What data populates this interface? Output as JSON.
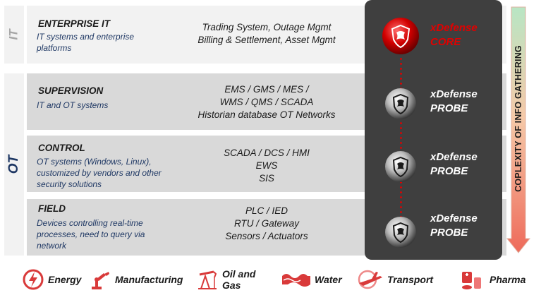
{
  "side": {
    "it": "IT",
    "ot": "OT"
  },
  "layers": [
    {
      "title": "ENTERPRISE IT",
      "desc": [
        "IT systems and enterprise",
        "platforms"
      ],
      "systems": [
        "Trading System, Outage Mgmt",
        "Billing & Settlement, Asset Mgmt"
      ]
    },
    {
      "title": "SUPERVISION",
      "desc": [
        "IT and OT systems"
      ],
      "systems": [
        "EMS / GMS /  MES /",
        "WMS / QMS  / SCADA",
        "Historian database OT Networks"
      ]
    },
    {
      "title": "CONTROL",
      "desc": [
        "OT systems (Windows, Linux),",
        "customized by vendors and other",
        "security solutions"
      ],
      "systems": [
        "SCADA / DCS / HMI",
        "EWS",
        "SIS"
      ]
    },
    {
      "title": "FIELD",
      "desc": [
        "Devices controlling real-time",
        "processes, need to query via",
        "network"
      ],
      "systems": [
        "PLC / IED",
        "RTU / Gateway",
        "Sensors / Actuators"
      ]
    }
  ],
  "nodes": [
    {
      "line1": "xDefense",
      "line2": "CORE",
      "icon": "shield-core-icon"
    },
    {
      "line1": "xDefense",
      "line2": "PROBE",
      "icon": "shield-probe-icon"
    },
    {
      "line1": "xDefense",
      "line2": "PROBE",
      "icon": "shield-probe-icon"
    },
    {
      "line1": "xDefense",
      "line2": "PROBE",
      "icon": "shield-probe-icon"
    }
  ],
  "arrow_label": "COPLEXITY OF INFO GATHERING",
  "industries": [
    {
      "label": "Energy",
      "icon": "energy-icon"
    },
    {
      "label": "Manufacturing",
      "icon": "robot-arm-icon"
    },
    {
      "label_line1": "Oil and",
      "label_line2": "Gas",
      "icon": "oil-pump-icon"
    },
    {
      "label": "Water",
      "icon": "water-icon"
    },
    {
      "label": "Transport",
      "icon": "transport-icon"
    },
    {
      "label": "Pharma",
      "icon": "pharma-icon"
    }
  ],
  "colors": {
    "accent_red": "#e10000",
    "panel_dark": "#3f3f3f",
    "row_gray": "#d9d9d9",
    "navy": "#1f3864"
  }
}
